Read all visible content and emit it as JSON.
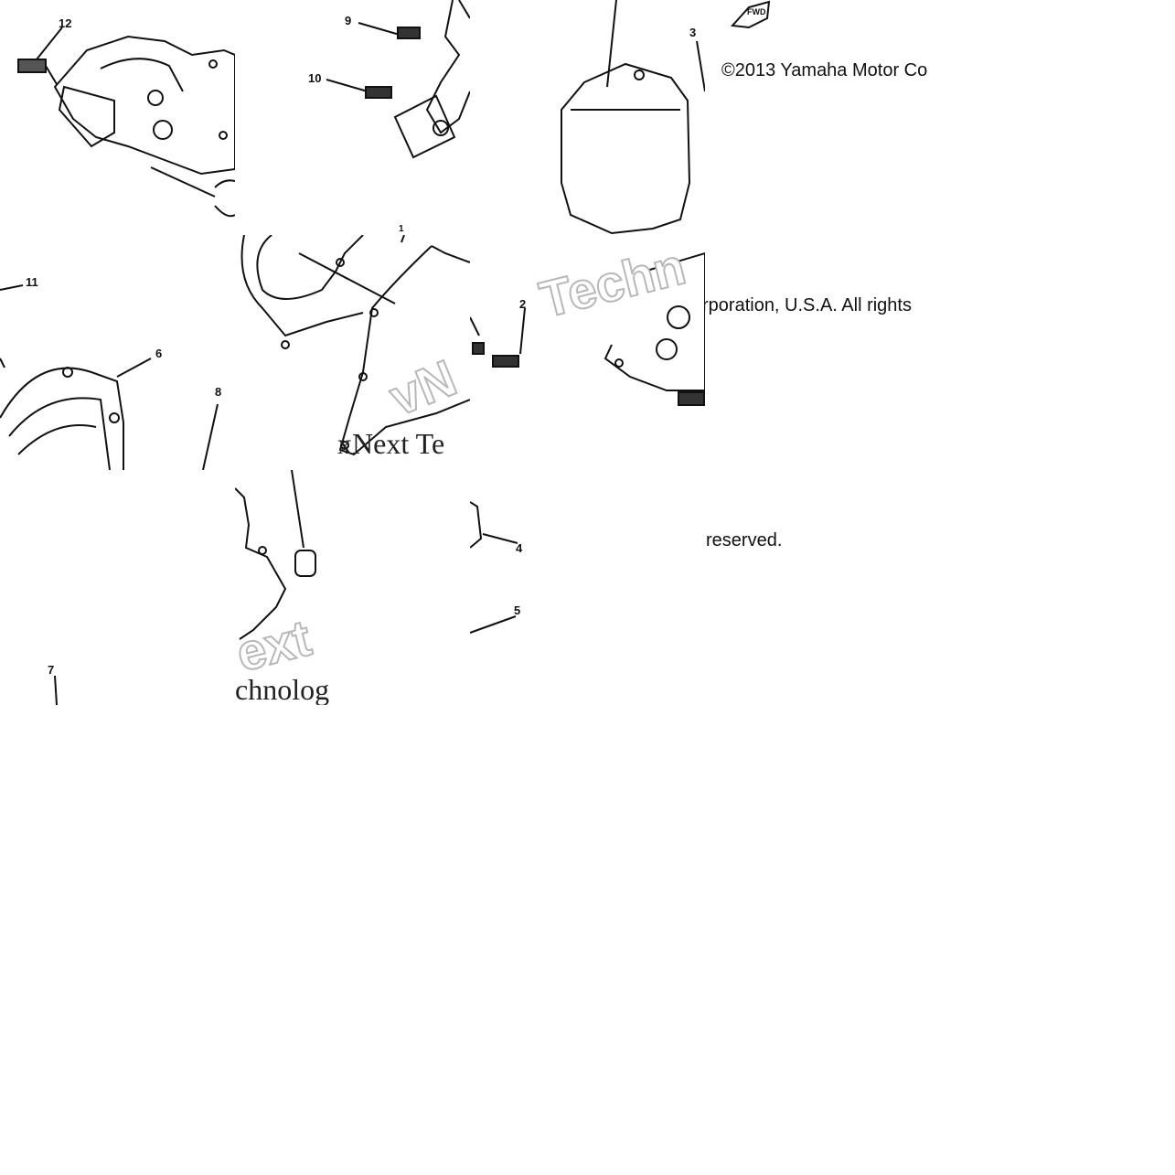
{
  "figure": {
    "copyright_line1": "©2013 Yamaha Motor Co",
    "copyright_line2": "rporation, U.S.A. All rights",
    "copyright_line3": "reserved.",
    "fwd_label": "FWD"
  },
  "callouts": {
    "c1": "1",
    "c2": "2",
    "c3": "3",
    "c4": "4",
    "c5": "5",
    "c6": "6",
    "c7": "7",
    "c8": "8",
    "c9": "9",
    "c10": "10",
    "c11": "11",
    "c12": "12"
  },
  "watermarks": {
    "w1": "Techn",
    "w2": "vN",
    "w3": "xNext Te",
    "w4": "ext",
    "w5": "chnolog"
  },
  "colors": {
    "line": "#111111",
    "watermark_stroke": "#b8b8b8",
    "background": "#ffffff"
  }
}
